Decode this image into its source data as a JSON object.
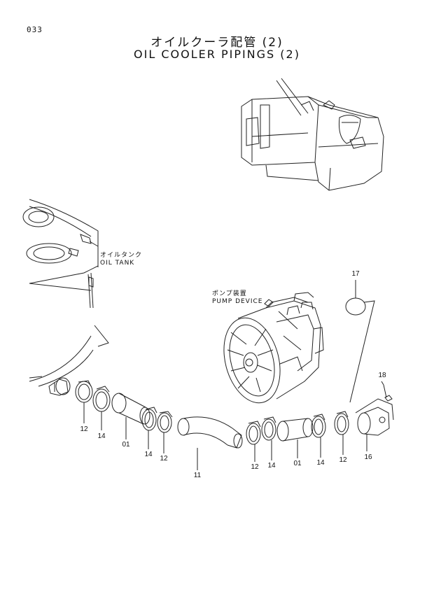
{
  "page_number": "033",
  "title_jp": "オイルクーラ配管 (2)",
  "title_en": "OIL COOLER PIPINGS (2)",
  "labels": {
    "oil_tank_jp": "オイルタンク",
    "oil_tank_en": "OIL TANK",
    "pump_device_jp": "ポンプ装置",
    "pump_device_en": "PUMP DEVICE"
  },
  "parts": {
    "p17": "17",
    "p18": "18",
    "p12a": "12",
    "p14a": "14",
    "p01a": "01",
    "p14b": "14",
    "p12b": "12",
    "p11": "11",
    "p12c": "12",
    "p14c": "14",
    "p01b": "01",
    "p14d": "14",
    "p12d": "12",
    "p16": "16"
  }
}
